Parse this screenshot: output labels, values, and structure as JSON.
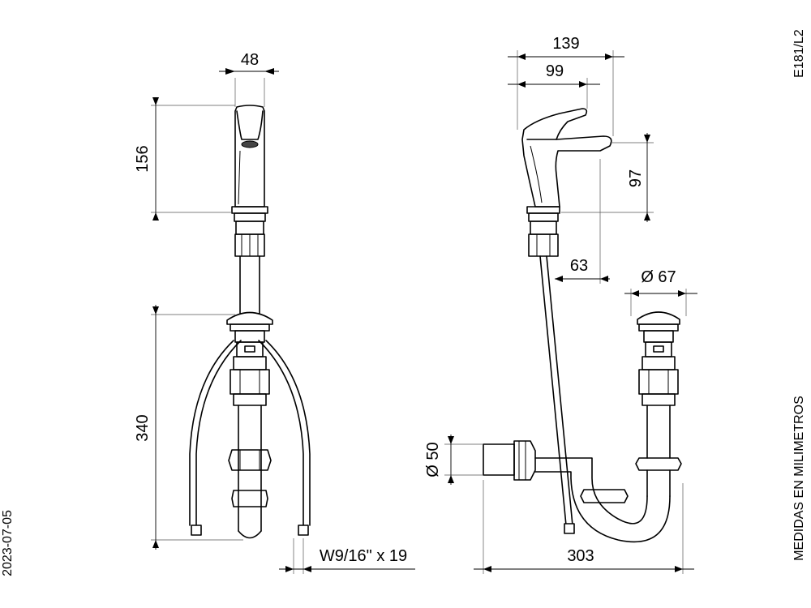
{
  "drawing": {
    "code": "E181/L2",
    "date": "2023-07-05",
    "units_note": "MEDIDAS EN MILIMETROS"
  },
  "dimensions": {
    "front_width": "48",
    "front_spout_height": "156",
    "front_total_height": "340",
    "hose_thread": "W9/16\" x 19",
    "side_reach": "139",
    "side_handle": "99",
    "side_height": "97",
    "side_offset": "63",
    "valve_diameter": "Ø 67",
    "trap_diameter": "Ø 50",
    "trap_length": "303"
  }
}
